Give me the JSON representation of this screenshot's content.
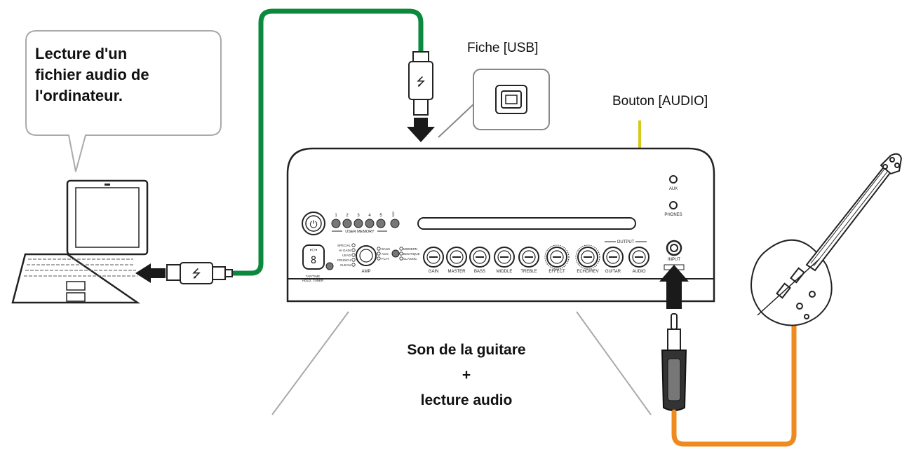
{
  "bubble": {
    "lines": [
      "Lecture d'un",
      "fichier audio de",
      "l'ordinateur."
    ]
  },
  "labels": {
    "usb_jack": "Fiche [USB]",
    "audio_knob": "Bouton [AUDIO]"
  },
  "caption": {
    "line1": "Son de la guitare",
    "line2": "+",
    "line3": "lecture audio"
  },
  "amp": {
    "aux": "AUX",
    "phones": "PHONES",
    "input": "INPUT",
    "output": "OUTPUT",
    "user_memory": "USER MEMORY",
    "memory_numbers": [
      "1",
      "2",
      "3",
      "4",
      "5"
    ],
    "amp_label": "AMP",
    "tap_time": "TAP/TIME",
    "hold_tuner": "HOLD: TUNER",
    "amp_types": [
      "SPECIAL",
      "HI GAIN",
      "LEAD",
      "CRUNCH",
      "CLEAN"
    ],
    "eq_types": [
      "BASS",
      "ACO",
      "FLAT"
    ],
    "voicing_types": [
      "MODERN",
      "BOUTIQUE",
      "CLASSIC"
    ],
    "knobs": [
      "GAIN",
      "MASTER",
      "BASS",
      "MIDDLE",
      "TREBLE",
      "EFFECT",
      "ECHO/REV",
      "GUITAR",
      "AUDIO"
    ]
  },
  "colors": {
    "usb_cable": "#0b8a3e",
    "guitar_cable": "#ef8a1e",
    "pointer_line": "#d7c91a",
    "arrow": "#1a1a1a"
  }
}
